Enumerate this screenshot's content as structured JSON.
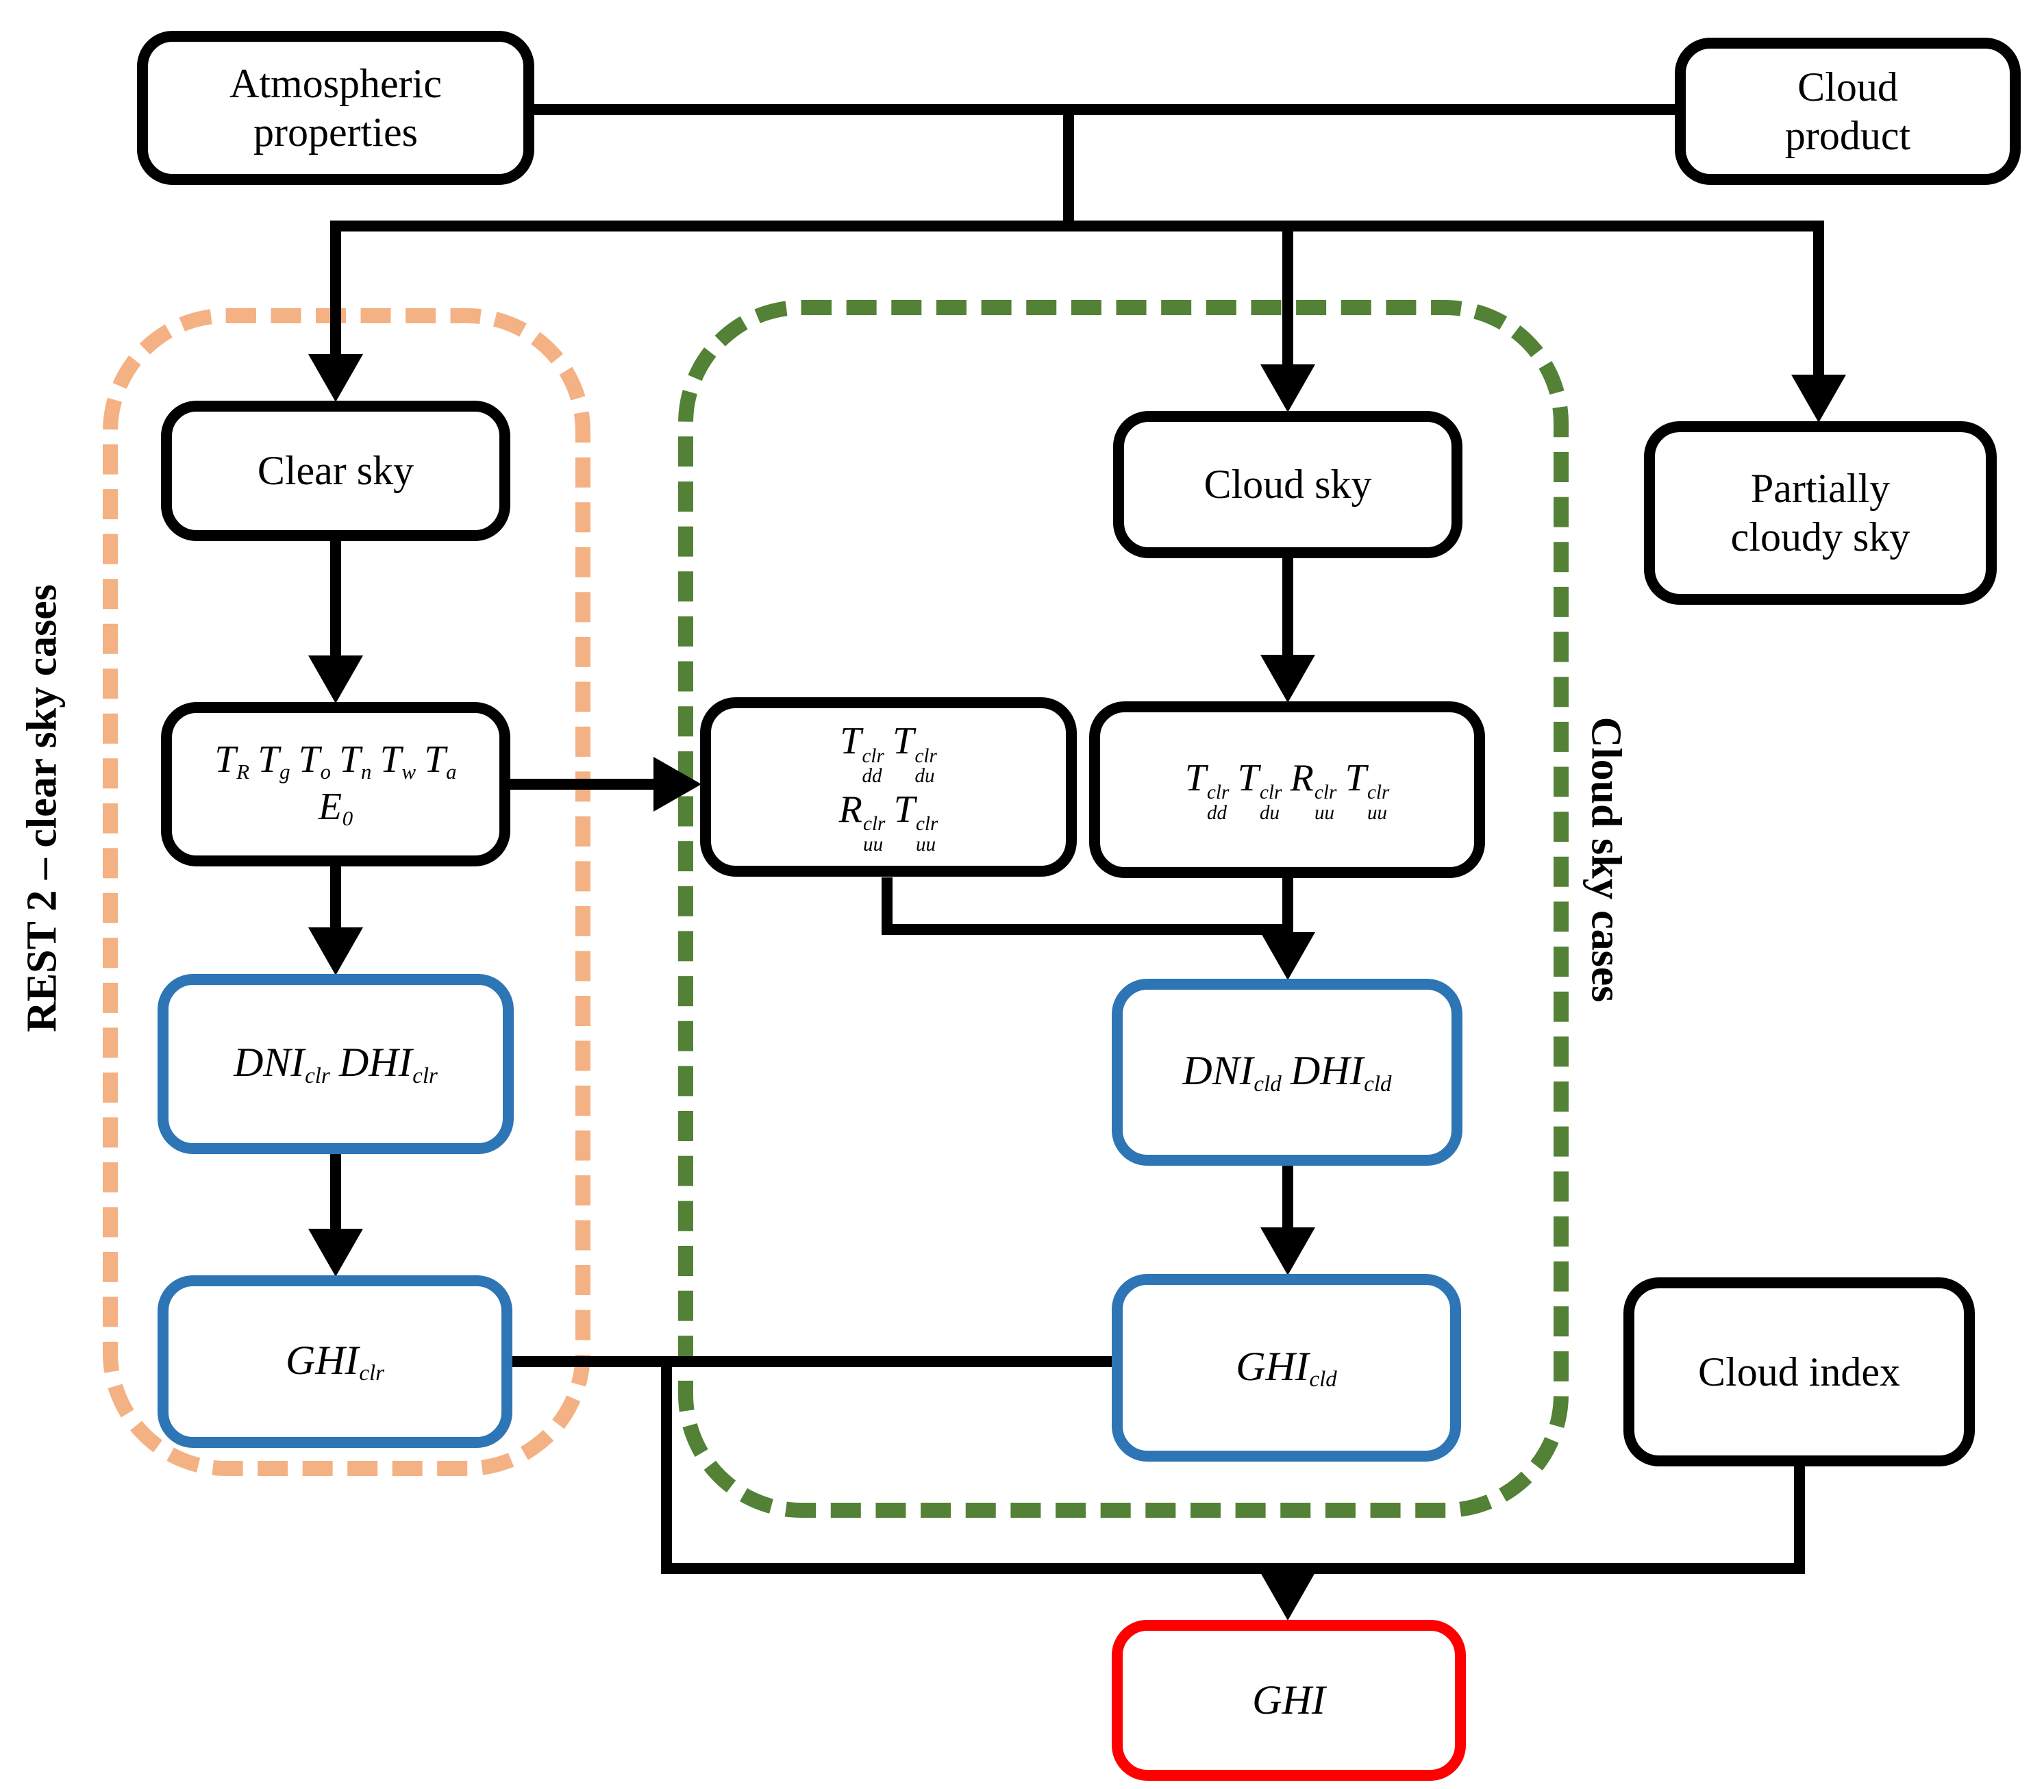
{
  "diagram": {
    "nodes": {
      "atmospheric": "Atmospheric\nproperties",
      "cloud_product": "Cloud\nproduct",
      "clear_sky": "Clear sky",
      "cloud_sky": "Cloud sky",
      "partially_cloudy": "Partially\ncloudy sky",
      "cloud_index": "Cloud index"
    },
    "formulas": {
      "atmos_params": [
        [
          {
            "t": "T",
            "sub": "R"
          },
          {
            "t": "T",
            "sub": "g"
          },
          {
            "t": "T",
            "sub": "o"
          },
          {
            "t": "T",
            "sub": "n"
          },
          {
            "t": "T",
            "sub": "w"
          },
          {
            "t": "T",
            "sub": "a"
          }
        ],
        [
          {
            "t": "E",
            "sub": "0"
          }
        ]
      ],
      "clr_transmittance_stack": [
        [
          {
            "t": "T",
            "sup": "clr",
            "sub": "dd"
          },
          {
            "t": "T",
            "sup": "clr",
            "sub": "du"
          }
        ],
        [
          {
            "t": "R",
            "sup": "clr",
            "sub": "uu"
          },
          {
            "t": "T",
            "sup": "clr",
            "sub": "uu"
          }
        ]
      ],
      "clr_transmittance_row": [
        [
          {
            "t": "T",
            "sup": "clr",
            "sub": "dd"
          },
          {
            "t": "T",
            "sup": "clr",
            "sub": "du"
          },
          {
            "t": "R",
            "sup": "clr",
            "sub": "uu"
          },
          {
            "t": "T",
            "sup": "clr",
            "sub": "uu"
          }
        ]
      ],
      "dni_dhi_clr": [
        [
          {
            "t": "DNI",
            "sub": "clr"
          },
          {
            "t": "DHI",
            "sub": "clr"
          }
        ]
      ],
      "ghi_clr": [
        [
          {
            "t": "GHI",
            "sub": "clr"
          }
        ]
      ],
      "dni_dhi_cld": [
        [
          {
            "t": "DNI",
            "sub": "cld"
          },
          {
            "t": "DHI",
            "sub": "cld"
          }
        ]
      ],
      "ghi_cld": [
        [
          {
            "t": "GHI",
            "sub": "cld"
          }
        ]
      ],
      "ghi_final": [
        [
          {
            "t": "GHI"
          }
        ]
      ]
    },
    "regions": {
      "rest2": {
        "label": "REST 2 – clear sky cases",
        "border_color": "#F4B183"
      },
      "cloud_cases": {
        "label": "Cloud sky cases",
        "border_color": "#538135"
      }
    },
    "colors": {
      "node_border": "#000000",
      "result_border": "#2E75B6",
      "final_border": "#FF0000",
      "connector": "#000000"
    }
  }
}
